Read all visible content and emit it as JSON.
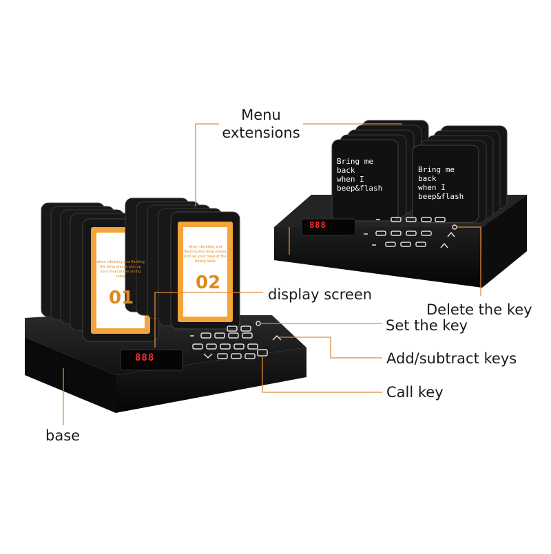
{
  "labels": {
    "menu_extensions_line1": "Menu",
    "menu_extensions_line2": "extensions",
    "display_screen": "display screen",
    "delete_key": "Delete the key",
    "set_key": "Set the key",
    "add_subtract_keys": "Add/subtract keys",
    "call_key": "Call key",
    "base": "base"
  },
  "back_unit": {
    "pager_left_text": "Bring me\nback\nwhen I\nbeep&flash",
    "pager_right_text": "Bring me\nback\nwhen I\nbeep&flash",
    "display": "888"
  },
  "front_unit": {
    "card_left_text": "when vibrating and\nflashing the lamp\nplease pick up your meal\nat the dining table",
    "card_right_text": "when vibrating and\nflashing the lamp\nplease pick up your meal\nat the dining table",
    "card_left_number": "01",
    "card_right_number": "02",
    "display": "888"
  },
  "colors": {
    "device_body": "#1c1c1c",
    "card_orange": "#f0a23c",
    "leader_line": "#e08a3a",
    "led_red": "#ff2a2a"
  }
}
